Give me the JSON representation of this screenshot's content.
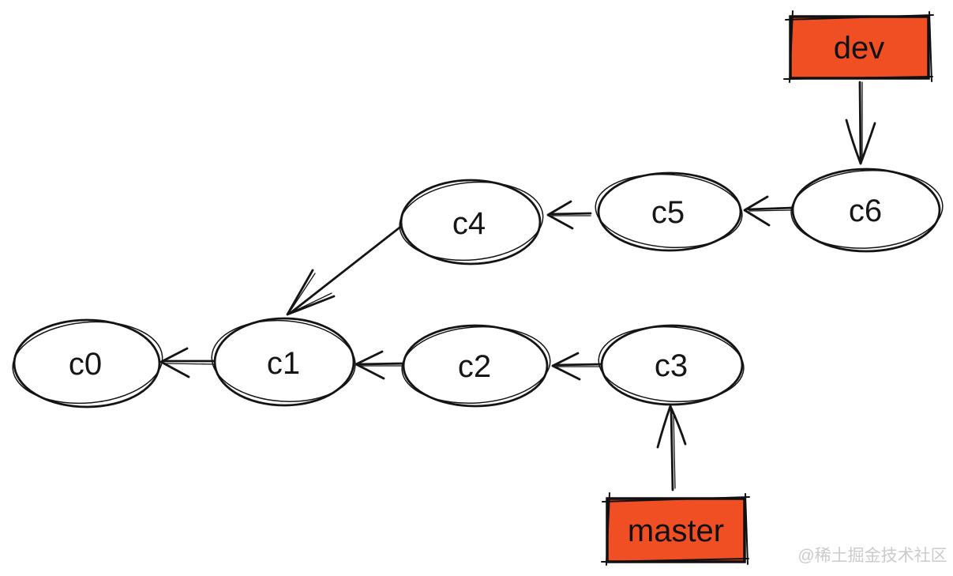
{
  "diagram": {
    "nodes": [
      {
        "id": "c0",
        "label": "c0"
      },
      {
        "id": "c1",
        "label": "c1"
      },
      {
        "id": "c2",
        "label": "c2"
      },
      {
        "id": "c3",
        "label": "c3"
      },
      {
        "id": "c4",
        "label": "c4"
      },
      {
        "id": "c5",
        "label": "c5"
      },
      {
        "id": "c6",
        "label": "c6"
      }
    ],
    "edges": [
      {
        "from": "c1",
        "to": "c0"
      },
      {
        "from": "c2",
        "to": "c1"
      },
      {
        "from": "c3",
        "to": "c2"
      },
      {
        "from": "c4",
        "to": "c1"
      },
      {
        "from": "c5",
        "to": "c4"
      },
      {
        "from": "c6",
        "to": "c5"
      },
      {
        "from": "dev",
        "to": "c6"
      },
      {
        "from": "master",
        "to": "c3"
      }
    ],
    "branches": [
      {
        "label": "dev",
        "points_to": "c6"
      },
      {
        "label": "master",
        "points_to": "c3"
      }
    ],
    "colors": {
      "branch_fill": "#f04e23",
      "stroke": "#141414",
      "background": "#ffffff"
    }
  },
  "watermark": "@稀土掘金技术社区"
}
